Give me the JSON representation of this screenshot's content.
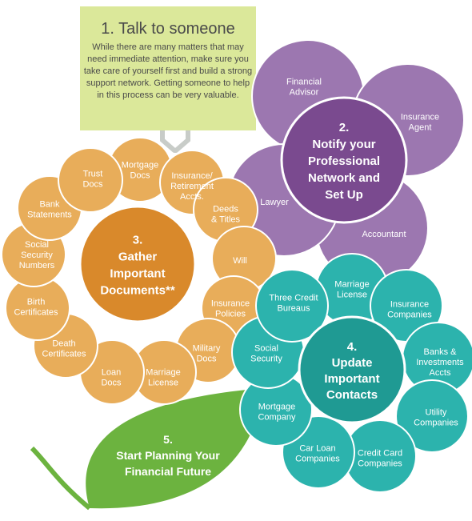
{
  "step1": {
    "title": "1. Talk to someone",
    "body": [
      "While there are many matters that may",
      "need immediate attention, make sure you",
      "take care of yourself first and build a strong",
      "support network. Getting someone to help",
      "in this process can be very valuable."
    ]
  },
  "step2": {
    "title": [
      "2.",
      "Notify your",
      "Professional",
      "Network and",
      "Set Up"
    ],
    "petals": [
      [
        "Financial",
        "Advisor"
      ],
      [
        "Insurance",
        "Agent"
      ],
      [
        "Accountant"
      ],
      [
        "Lawyer"
      ]
    ]
  },
  "step3": {
    "title": [
      "3.",
      "Gather",
      "Important",
      "Documents**"
    ],
    "petals": [
      [
        "Mortgage",
        "Docs"
      ],
      [
        "Insurance/",
        "Retirement",
        "Accts."
      ],
      [
        "Deeds",
        "& Titles"
      ],
      [
        "Will"
      ],
      [
        "Insurance",
        "Policies"
      ],
      [
        "Military",
        "Docs"
      ],
      [
        "Marriage",
        "License"
      ],
      [
        "Loan",
        "Docs"
      ],
      [
        "Death",
        "Certificates"
      ],
      [
        "Birth",
        "Certificates"
      ],
      [
        "Social",
        "Security",
        "Numbers"
      ],
      [
        "Bank",
        "Statements"
      ],
      [
        "Trust",
        "Docs"
      ]
    ]
  },
  "step4": {
    "title": [
      "4.",
      "Update",
      "Important",
      "Contacts"
    ],
    "petals": [
      [
        "Marriage",
        "License"
      ],
      [
        "Insurance",
        "Companies"
      ],
      [
        "Banks &",
        "Investments",
        "Accts"
      ],
      [
        "Utility",
        "Companies"
      ],
      [
        "Credit Card",
        "Companies"
      ],
      [
        "Car Loan",
        "Companies"
      ],
      [
        "Mortgage",
        "Company"
      ],
      [
        "Social",
        "Security"
      ],
      [
        "Three Credit",
        "Bureaus"
      ]
    ]
  },
  "step5": {
    "title": [
      "5.",
      "Start Planning Your",
      "Financial Future"
    ]
  },
  "colors": {
    "note": "#dbe89a",
    "purple_petal": "#9c77b0",
    "purple_center": "#7a4a8f",
    "orange_petal": "#e8ad5a",
    "orange_center": "#d9892b",
    "teal_petal": "#2cb3ad",
    "teal_center": "#1f9a93",
    "leaf": "#6cb33f"
  }
}
